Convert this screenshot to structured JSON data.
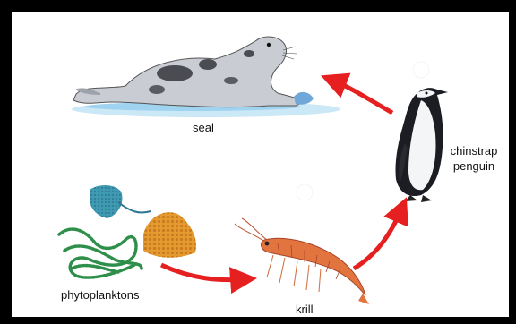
{
  "title": "",
  "nodes": {
    "seal": "seal",
    "penguin_line1": "chinstrap",
    "penguin_line2": "penguin",
    "phytoplankton": "phytoplanktons",
    "krill": "krill"
  },
  "edges": [
    {
      "from": "phytoplanktons",
      "to": "krill"
    },
    {
      "from": "krill",
      "to": "chinstrap penguin"
    },
    {
      "from": "chinstrap penguin",
      "to": "seal"
    }
  ],
  "colors": {
    "arrow": "#e62020",
    "water": "#9fd3ef",
    "seal_body": "#c9ccd2",
    "penguin_black": "#1c1d22",
    "krill": "#e2743f",
    "phyto_green": "#2e8f4a",
    "phyto_orange": "#e49a2f",
    "phyto_teal": "#3f9bb3"
  }
}
